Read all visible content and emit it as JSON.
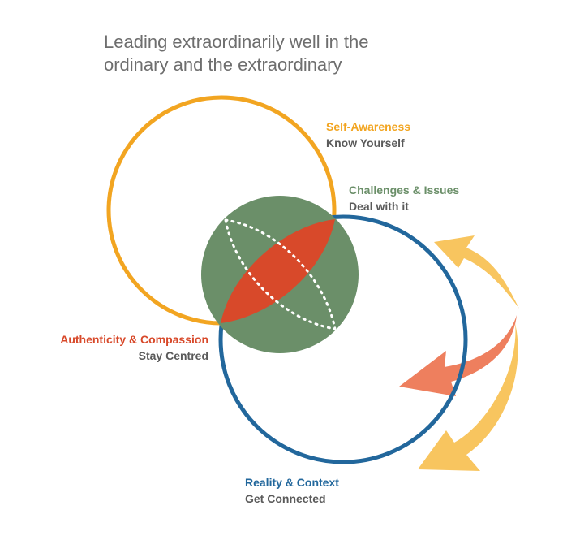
{
  "title": {
    "line1": "Leading extraordinarily well in the",
    "line2": "ordinary and the extraordinary"
  },
  "labels": {
    "self_awareness": {
      "heading": "Self-Awareness",
      "sub": "Know Yourself"
    },
    "challenges": {
      "heading": "Challenges & Issues",
      "sub": "Deal with it"
    },
    "authenticity": {
      "heading": "Authenticity & Compassion",
      "sub": "Stay Centred"
    },
    "reality": {
      "heading": "Reality & Context",
      "sub": "Get Connected"
    }
  },
  "colors": {
    "orange_ring": "#f2a521",
    "blue_ring": "#22679c",
    "green_disc": "#6b8f69",
    "red_lens": "#d8492a",
    "arrow_light": "#f8c55f",
    "arrow_coral": "#ee7f5e",
    "subtext": "#5a5a5a",
    "title": "#6e6e6e"
  }
}
